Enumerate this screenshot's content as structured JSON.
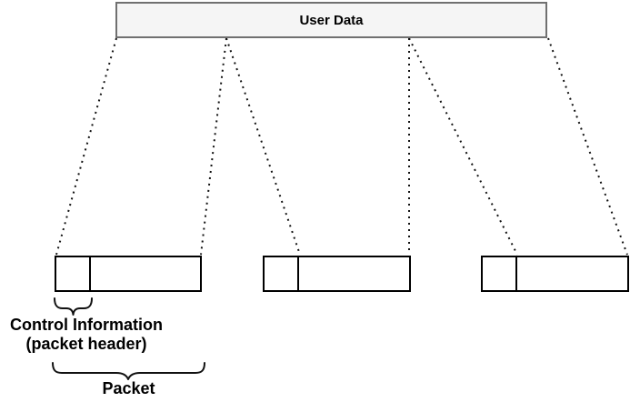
{
  "diagram": {
    "title_box": {
      "label": "User Data"
    },
    "packets": {
      "count": 3,
      "cells_per_packet": [
        "header",
        "data"
      ]
    },
    "labels": {
      "control_information_line1": "Control Information",
      "control_information_line2": "(packet header)",
      "packet": "Packet"
    },
    "colors": {
      "background": "#ffffff",
      "user_data_fill": "#f5f5f5",
      "user_data_border": "#707070",
      "packet_border": "#000000",
      "dotted_line": "#111111",
      "text": "#000000"
    }
  }
}
